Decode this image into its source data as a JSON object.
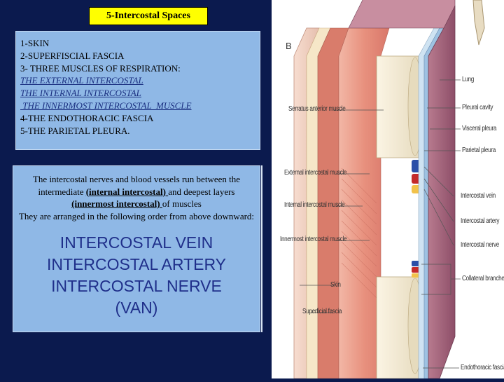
{
  "title": "5-Intercostal Spaces",
  "layers_box": {
    "line1": "1-SKIN",
    "line2": "2-SUPERFISCIAL FASCIA",
    "line3": "3- THREE MUSCLES OF RESPIRATION:",
    "line4": "THE EXTERNAL INTERCOSTAL",
    "line5": "THE INTERNAL INTERCOSTAL",
    "line6": " THE INNERMOST INTERCOSTAL  MUSCLE",
    "line7": "4-THE ENDOTHORACIC FASCIA",
    "line8": "5-THE PARIETAL PLEURA."
  },
  "nerves_box": {
    "t1": "The intercostal nerves and blood vessels run between the intermediate ",
    "t1u": "(internal intercostal) ",
    "t2": "and deepest layers ",
    "t2u": "(innermost intercostal) ",
    "t3": "of muscles",
    "t4": "They are arranged in the following order from above downward:",
    "big1": "INTERCOSTAL VEIN",
    "big2": "INTERCOSTAL ARTERY",
    "big3": "INTERCOSTAL NERVE",
    "big4": "(VAN)"
  },
  "diagram": {
    "panel_letter": "B",
    "labels_left": {
      "serratus": "Serratus anterior muscle",
      "external": "External intercostal muscle",
      "internal": "Internal intercostal muscle",
      "innermost": "Innermost intercostal muscle",
      "skin": "Skin",
      "superficial": "Superficial fascia"
    },
    "labels_right": {
      "lung": "Lung",
      "pleural_cavity": "Pleural cavity",
      "visceral": "Visceral pleura",
      "parietal": "Parietal pleura",
      "vein": "Intercostal vein",
      "artery": "Intercostal artery",
      "nerve": "Intercostal nerve",
      "collateral": "Collateral branches",
      "endothoracic": "Endothoracic fascia"
    }
  }
}
